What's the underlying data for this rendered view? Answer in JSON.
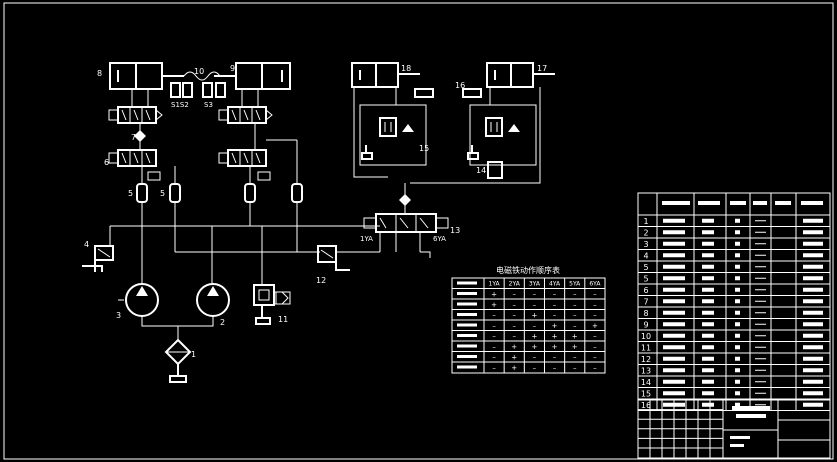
{
  "callouts": {
    "c1": "1",
    "c2": "2",
    "c3": "3",
    "c4": "4",
    "c5a": "5",
    "c5b": "5",
    "c6": "6",
    "c7": "7",
    "c8": "8",
    "c9": "9",
    "c10": "10",
    "c11": "11",
    "c12": "12",
    "c13": "13",
    "c14": "14",
    "c15": "15",
    "c16": "16",
    "c17": "17",
    "c18": "18",
    "s1s2": "S1S2",
    "s3": "S3",
    "ya1": "1YA",
    "ya6": "6YA"
  },
  "solenoid_table": {
    "title": "电磁铁动作顺序表",
    "headers": [
      "",
      "1YA",
      "2YA",
      "3YA",
      "4YA",
      "5YA",
      "6YA"
    ],
    "rows": [
      [
        "",
        "+",
        "–",
        "–",
        "–",
        "–",
        "–"
      ],
      [
        "",
        "+",
        "–",
        "–",
        "–",
        "–",
        "–"
      ],
      [
        "",
        "–",
        "–",
        "+",
        "–",
        "–",
        "–"
      ],
      [
        "",
        "–",
        "–",
        "–",
        "+",
        "–",
        "+"
      ],
      [
        "",
        "–",
        "–",
        "+",
        "+",
        "+",
        "–"
      ],
      [
        "",
        "–",
        "+",
        "+",
        "+",
        "+",
        "–"
      ],
      [
        "",
        "–",
        "+",
        "–",
        "–",
        "–",
        "–"
      ],
      [
        "",
        "–",
        "+",
        "–",
        "–",
        "–",
        "–"
      ]
    ]
  },
  "parts_list": {
    "numbers": [
      "1",
      "2",
      "3",
      "4",
      "5",
      "5",
      "6",
      "7",
      "8",
      "9",
      "10",
      "11",
      "12",
      "13",
      "14",
      "15",
      "16"
    ]
  }
}
